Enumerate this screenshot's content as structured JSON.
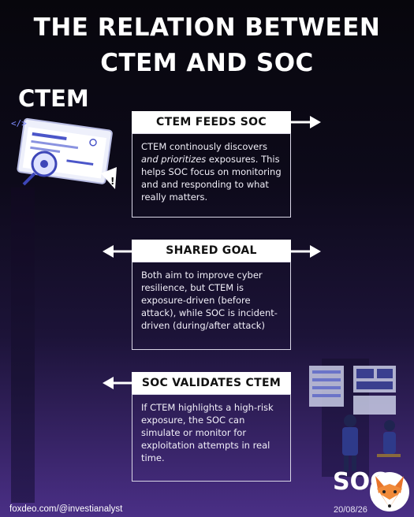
{
  "title": {
    "line1": "THE RELATION BETWEEN",
    "line2": "CTEM AND SOC"
  },
  "labels": {
    "ctem": "CTEM",
    "soc": "SOC"
  },
  "sections": [
    {
      "header": "CTEM FEEDS SOC",
      "body_parts": [
        "CTEM continously discovers ",
        "and prioritizes",
        " exposures. This helps SOC focus on monitoring and and responding to what really matters."
      ],
      "arrow": "right"
    },
    {
      "header": "SHARED GOAL",
      "body": "Both aim to improve cyber resilience, but CTEM is exposure-driven (before attack), while SOC is incident-driven (during/after attack)",
      "arrow": "both"
    },
    {
      "header": "SOC VALIDATES CTEM",
      "body": "If CTEM highlights a high-risk exposure, the SOC can simulate or monitor for exploitation attempts in real time.",
      "arrow": "left"
    }
  ],
  "footer": {
    "watermark": "foxdeo.com/@investianalyst",
    "date": "20/08/26"
  },
  "icons": {
    "ctem_illustration": "laptop-scan-icon",
    "soc_illustration": "soc-monitoring-icon",
    "logo": "fox-logo-icon"
  }
}
